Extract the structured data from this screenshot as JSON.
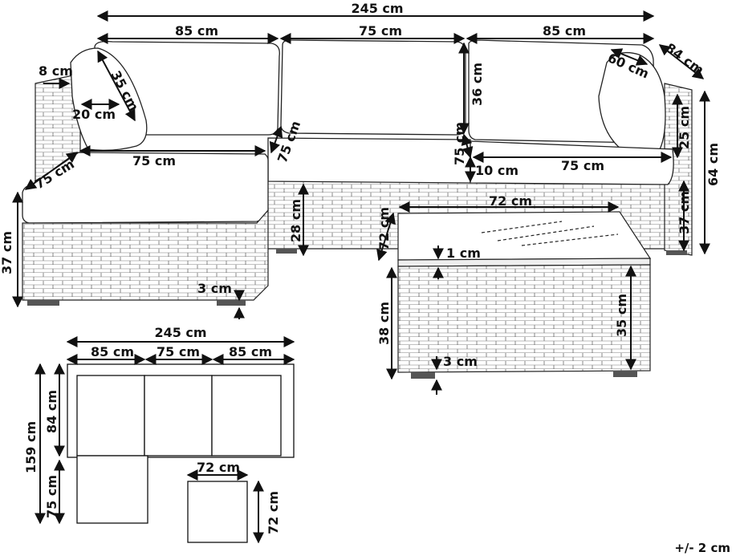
{
  "labels": {
    "total_width": "245 cm",
    "left_section": "85 cm",
    "middle_section": "75 cm",
    "right_section": "85 cm",
    "arm_width": "8 cm",
    "back_pillow_height": "35 cm",
    "back_pillow_depth": "20 cm",
    "right_pillow": "60 cm",
    "depth": "84 cm",
    "ottoman_depth": "75 cm",
    "ottoman_width": "75 cm",
    "middle_seat_depth": "75 cm",
    "corner_seat_depth": "75 cm",
    "back_height": "36 cm",
    "seat_cushion": "10 cm",
    "right_seat_width": "75 cm",
    "arm_rise": "25 cm",
    "total_height": "64 cm",
    "seat_height": "37 cm",
    "ottoman_height": "37 cm",
    "base_height": "28 cm",
    "foot_height": "3 cm",
    "table_width": "72 cm",
    "table_depth": "72 cm",
    "glass_thickness": "1 cm",
    "table_height": "38 cm",
    "table_body": "35 cm",
    "table_foot": "3 cm",
    "plan_total": "245 cm",
    "plan_left": "85 cm",
    "plan_middle": "75 cm",
    "plan_right": "85 cm",
    "plan_overall_depth": "159 cm",
    "plan_depth": "84 cm",
    "plan_ottoman": "75 cm",
    "plan_table_width": "72 cm",
    "plan_table_depth": "72 cm",
    "tolerance": "+/- 2 cm"
  }
}
